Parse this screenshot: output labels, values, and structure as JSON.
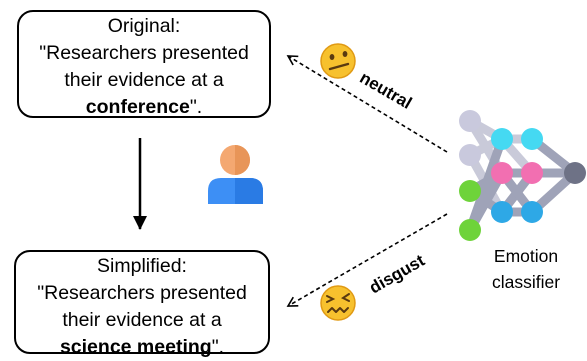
{
  "original": {
    "heading": "Original:",
    "line1": "\"Researchers presented",
    "line2": "their evidence at a",
    "highlight": "conference",
    "end": "\"."
  },
  "simplified": {
    "heading": "Simplified:",
    "line1": "\"Researchers presented",
    "line2": "their evidence at a",
    "highlight": "science meeting",
    "end": "\"."
  },
  "labels": {
    "neutral": "neutral",
    "disgust": "disgust"
  },
  "classifier": {
    "line1": "Emotion",
    "line2": "classifier"
  },
  "icons": {
    "neutral_face": "neutral-face-emoji",
    "disgust_face": "confounded-face-emoji",
    "person": "person-icon",
    "network": "neural-network-icon"
  },
  "colors": {
    "emoji_yellow": "#F7C12E",
    "emoji_outline": "#E09A14",
    "person_head": "#F4A871",
    "person_body": "#3D8FF5",
    "node_lavender": "#C9C9DD",
    "node_green": "#6ED33A",
    "node_cyan": "#45D9F2",
    "node_blue": "#2EA8E6",
    "node_pink": "#F26FB1",
    "node_gray": "#6E7286"
  }
}
